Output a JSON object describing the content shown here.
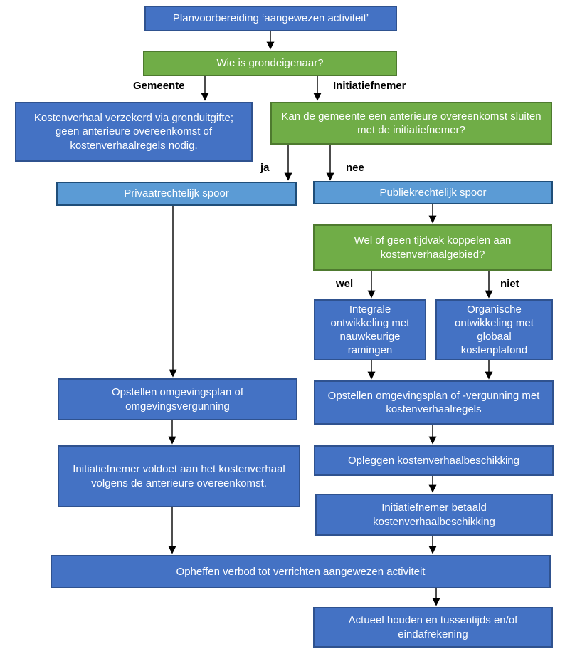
{
  "diagram": {
    "title": "Planvoorbereiding aangewezen activiteit - kostenverhaal stroomschema",
    "nodes": {
      "start": "Planvoorbereiding ‘aangewezen activiteit’",
      "who_owner": "Wie is grondeigenaar?",
      "cost_secured": "Kostenverhaal verzekerd via gronduitgifte; geen anterieure overeenkomst of kostenverhaalregels nodig.",
      "anterior_q": "Kan de gemeente een anterieure overeenkomst sluiten met de initiatiefnemer?",
      "private_track": "Privaatrechtelijk spoor",
      "public_track": "Publiekrechtelijk spoor",
      "tijdvak_q": "Wel of geen tijdvak koppelen aan kostenverhaalgebied?",
      "integral": "Integrale ontwikkeling met nauwkeurige ramingen",
      "organic": "Organische ontwikkeling met globaal kostenplafond",
      "plan_left": "Opstellen omgevingsplan of omgevingsvergunning",
      "plan_right": "Opstellen omgevingsplan of -vergunning met kostenverhaalregels",
      "voldoet": "Initiatiefnemer voldoet aan het kostenverhaal volgens de anterieure overeenkomst.",
      "opleggen": "Opleggen kostenverhaalbeschikking",
      "betaald": "Initiatiefnemer betaald kostenverhaalbeschikking",
      "opheffen": "Opheffen verbod tot verrichten aangewezen activiteit",
      "actueel": "Actueel houden en tussentijds en/of eindafrekening"
    },
    "edge_labels": {
      "gemeente": "Gemeente",
      "initiatiefnemer": "Initiatiefnemer",
      "ja": "ja",
      "nee": "nee",
      "wel": "wel",
      "niet": "niet"
    },
    "colors": {
      "process_fill": "#4472C4",
      "process_border": "#2F528F",
      "decision_fill": "#70AD47",
      "decision_border": "#4E7A2F",
      "track_fill": "#5B9BD5",
      "track_border": "#1F4E79",
      "text_color": "#FFFFFF",
      "label_color": "#000000",
      "arrow_color": "#000000"
    }
  }
}
